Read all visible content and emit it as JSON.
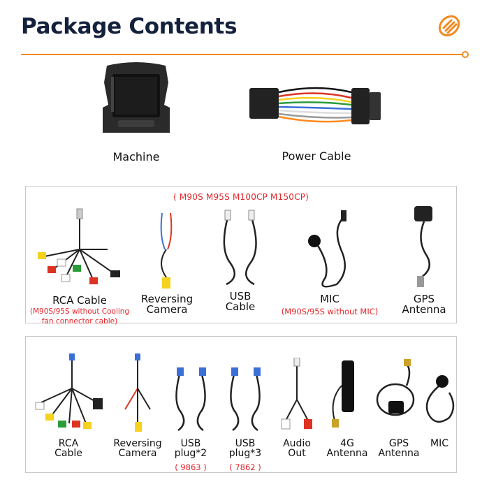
{
  "header": {
    "title": "Package Contents",
    "logo_icon": "orange-coil-logo-icon",
    "accent_color": "#f28a1e",
    "title_color": "#14213d"
  },
  "main_items": [
    {
      "label": "Machine",
      "icon": "head-unit-icon"
    },
    {
      "label": "Power Cable",
      "icon": "power-harness-icon"
    }
  ],
  "box1": {
    "model_note": "( M90S M95S M100CP M150CP)",
    "items": [
      {
        "label": "RCA Cable",
        "note_lines": [
          "(M90S/95S without Cooling",
          "fan connector cable)"
        ],
        "icon": "rca-cable-icon"
      },
      {
        "label_lines": [
          "Reversing",
          "Camera"
        ],
        "icon": "reversing-camera-cable-icon"
      },
      {
        "label_lines": [
          "USB",
          "Cable"
        ],
        "icon": "usb-cable-icon"
      },
      {
        "label": "MIC",
        "note": "(M90S/95S without MIC)",
        "icon": "mic-icon"
      },
      {
        "label_lines": [
          "GPS",
          "Antenna"
        ],
        "icon": "gps-antenna-icon"
      }
    ]
  },
  "box2": {
    "items": [
      {
        "label_lines": [
          "RCA",
          "Cable"
        ],
        "icon": "rca-cable-icon"
      },
      {
        "label_lines": [
          "Reversing",
          "Camera"
        ],
        "icon": "reversing-camera-cable-icon"
      },
      {
        "label_lines": [
          "USB",
          "plug*2"
        ],
        "note": "( 9863 )",
        "icon": "usb-plug-icon"
      },
      {
        "label_lines": [
          "USB",
          "plug*3"
        ],
        "note": "( 7862 )",
        "icon": "usb-plug-icon"
      },
      {
        "label_lines": [
          "Audio",
          "Out"
        ],
        "icon": "audio-out-cable-icon"
      },
      {
        "label_lines": [
          "4G",
          "Antenna"
        ],
        "icon": "4g-antenna-icon"
      },
      {
        "label_lines": [
          "GPS",
          "Antenna"
        ],
        "icon": "gps-antenna-icon"
      },
      {
        "label": "MIC",
        "icon": "mic-icon"
      }
    ]
  }
}
